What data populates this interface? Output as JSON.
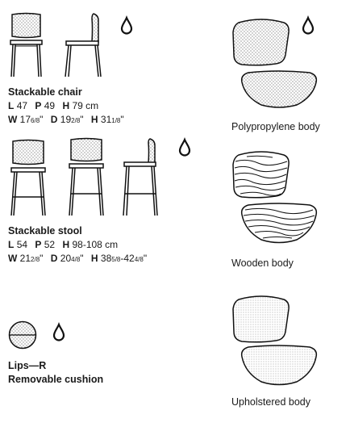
{
  "chair": {
    "title": "Stackable chair",
    "row1": {
      "L_label": "L",
      "L_val": "47",
      "P_label": "P",
      "P_val": "49",
      "H_label": "H",
      "H_val": "79 cm"
    },
    "row2": {
      "W_label": "W",
      "W_whole": "17",
      "W_frac": "6/8",
      "W_unit": "\"",
      "D_label": "D",
      "D_whole": "19",
      "D_frac": "2/8",
      "D_unit": "\"",
      "H_label": "H",
      "H_whole": "31",
      "H_frac": "1/8",
      "H_unit": "\""
    }
  },
  "stool": {
    "title": "Stackable stool",
    "row1": {
      "L_label": "L",
      "L_val": "54",
      "P_label": "P",
      "P_val": "52",
      "H_label": "H",
      "H_val": "98-108 cm"
    },
    "row2": {
      "W_label": "W",
      "W_whole": "21",
      "W_frac": "2/8",
      "W_unit": "\"",
      "D_label": "D",
      "D_whole": "20",
      "D_frac": "4/8",
      "D_unit": "\"",
      "H_label": "H",
      "H_whole1": "38",
      "H_frac1": "5/8",
      "H_dash": "-",
      "H_whole2": "42",
      "H_frac2": "4/8",
      "H_unit": "\""
    }
  },
  "cushion": {
    "line1": "Lips—R",
    "line2": "Removable cushion"
  },
  "bodies": {
    "polypropylene": "Polypropylene body",
    "wooden": "Wooden body",
    "upholstered": "Upholstered body"
  },
  "icons": [
    "water-drop-icon"
  ]
}
